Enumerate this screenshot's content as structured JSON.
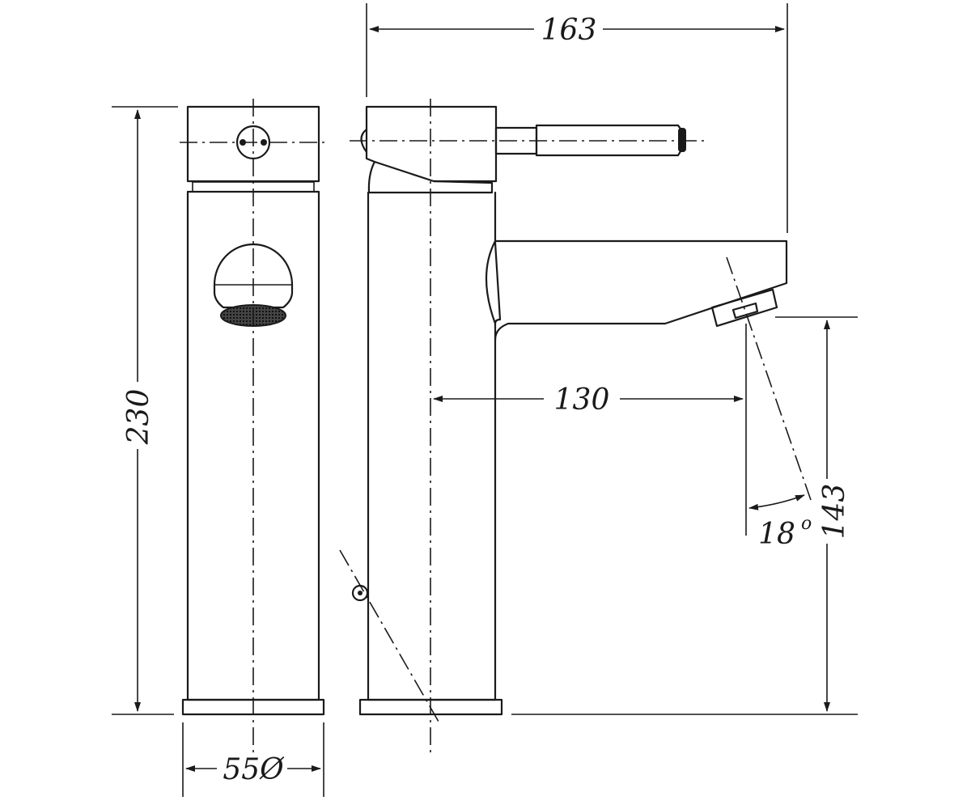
{
  "dimensions": {
    "total_height": "230",
    "base_diameter": "55Ø",
    "overall_depth": "163",
    "spout_reach": "130",
    "spout_height": "143",
    "spout_angle": "18",
    "degree_mark": "o"
  }
}
